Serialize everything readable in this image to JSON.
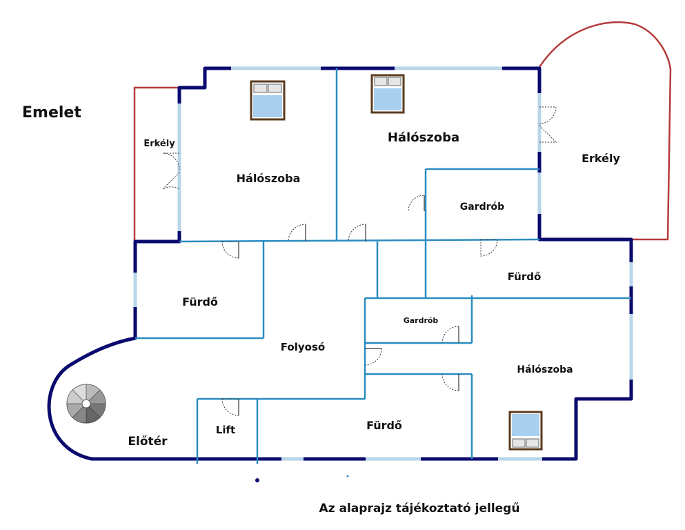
{
  "plan": {
    "floor_label": "Emelet",
    "disclaimer": "Az alaprajz tájékoztató jellegű",
    "rooms": {
      "erkely_left": "Erkély",
      "haloszoba_1": "Hálószoba",
      "haloszoba_2": "Hálószoba",
      "erkely_right": "Erkély",
      "gardrob_1": "Gardrób",
      "furdo_1": "Fürdő",
      "furdo_2": "Fürdő",
      "gardrob_2": "Gardrób",
      "folyoso": "Folyosó",
      "haloszoba_3": "Hálószoba",
      "lift": "Lift",
      "furdo_3": "Fürdő",
      "eloter": "Előtér"
    }
  },
  "colors": {
    "exterior_wall": "#0a0a6e",
    "interior_wall": "#2b8cc0",
    "balcony_outline": "#b53a3a",
    "window": "#b8d6ea"
  }
}
